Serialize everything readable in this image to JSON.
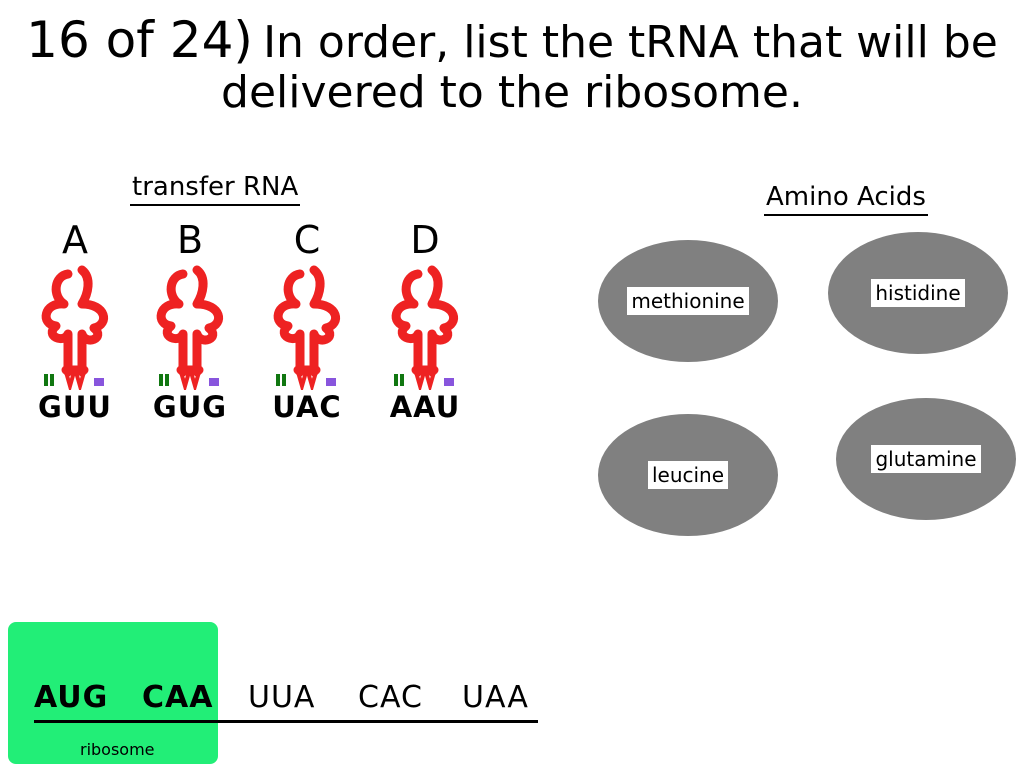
{
  "title": {
    "number": "16 of 24)",
    "text": "In order, list the tRNA that will be delivered to the ribosome."
  },
  "trna_heading": "transfer RNA",
  "trna": [
    {
      "letter": "A",
      "anticodon": "GUU"
    },
    {
      "letter": "B",
      "anticodon": "GUG"
    },
    {
      "letter": "C",
      "anticodon": "UAC"
    },
    {
      "letter": "D",
      "anticodon": "AAU"
    }
  ],
  "amino_heading": "Amino Acids",
  "amino_acids": [
    "methionine",
    "histidine",
    "leucine",
    "glutamine"
  ],
  "mrna_codons": [
    "AUG",
    "CAA",
    "UUA",
    "CAC",
    "UAA"
  ],
  "ribosome_label": "ribosome",
  "colors": {
    "trna": "#ee2222",
    "amino_fill": "#808080",
    "ribosome": "#22ee77"
  }
}
